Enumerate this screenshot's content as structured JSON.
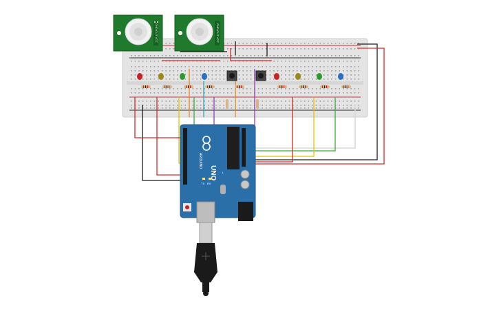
{
  "colors": {
    "breadboard": "#e6e6e6",
    "breadboard_rail_red": "#d42a2a",
    "breadboard_rail_black": "#2a2a2a",
    "pir_pcb": "#1f7a2e",
    "arduino_board": "#2b6fa8",
    "usb_cable": "#1a1a1a",
    "wire_red": "#d42a2a",
    "wire_black": "#1a1a1a",
    "wire_yellow": "#e8c200",
    "wire_green": "#3aa83a",
    "wire_white": "#e0e0e0",
    "wire_purple": "#8a3fb3",
    "wire_orange": "#e08a1c",
    "led_red": "#c62424",
    "led_olive": "#9a8a1a",
    "led_green": "#2e9a2e",
    "led_blue": "#2a6fc2"
  },
  "components": {
    "pir_sensors": [
      {
        "name": "pir-sensor-1"
      },
      {
        "name": "pir-sensor-2"
      }
    ],
    "led_sets": [
      {
        "leds": [
          "led_red",
          "led_olive",
          "led_green",
          "led_blue"
        ]
      },
      {
        "leds": [
          "led_red",
          "led_olive",
          "led_green",
          "led_blue"
        ]
      }
    ],
    "pushbuttons": 2,
    "resistors": 10
  },
  "arduino": {
    "model_text": "UNO",
    "brand_text": "ARDUINO",
    "tx_label": "TX",
    "rx_label": "RX",
    "l_label": "L",
    "on_label": "ON"
  },
  "icons": {
    "usb_plug": "usb-plug-icon",
    "reset_button": "reset-button-icon",
    "arduino_logo": "arduino-infinity-icon"
  }
}
